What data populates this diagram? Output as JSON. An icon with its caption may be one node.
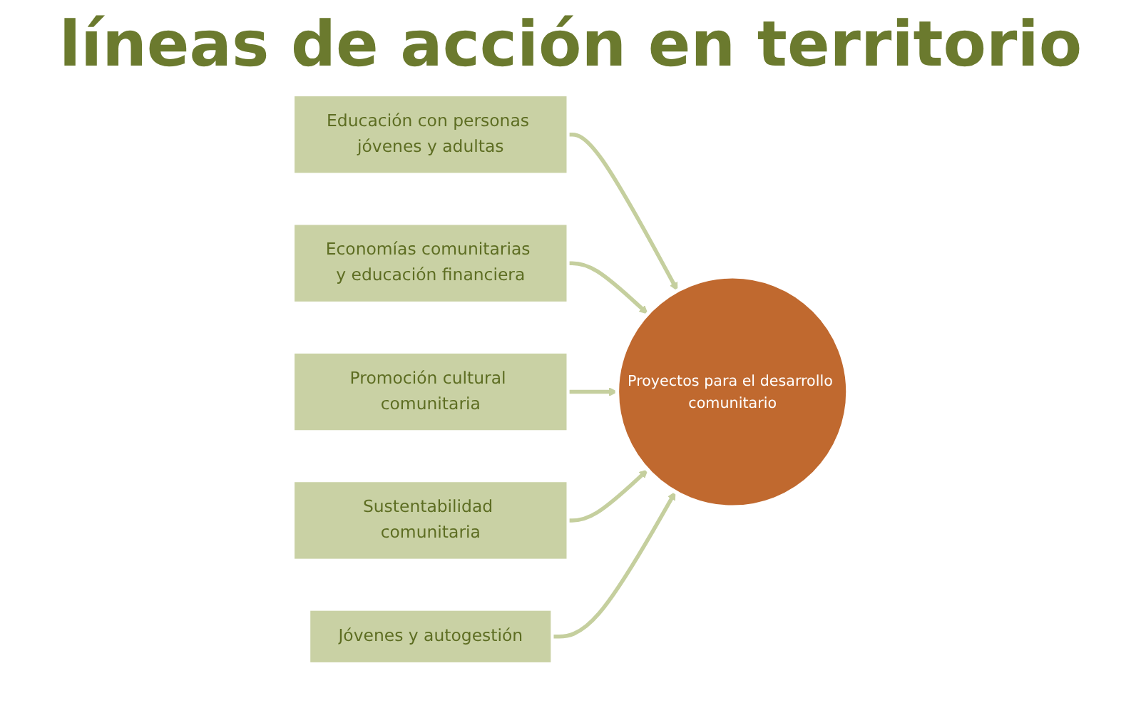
{
  "diagram": {
    "title": "líneas de acción en territorio",
    "nodes": [
      {
        "text": [
          "Educación con personas jóvenes y adultas"
        ]
      },
      {
        "text": [
          "Economías comunitarias y educación financiera"
        ]
      },
      {
        "text": [
          "Proyectos para el desarrollo comunitario"
        ]
      },
      {
        "text": [
          "Promoción cultural comunitaria"
        ]
      },
      {
        "text": [
          "Sustentabilidad comunitaria"
        ]
      },
      {
        "text": [
          "Jóvenes y autogestión"
        ]
      }
    ],
    "edges": [
      {
        "from": 0,
        "to": 2,
        "arrow": "to"
      },
      {
        "from": 1,
        "to": 2,
        "arrow": "to"
      },
      {
        "from": 3,
        "to": 2,
        "arrow": "to"
      },
      {
        "from": 4,
        "to": 2,
        "arrow": "to"
      },
      {
        "from": 5,
        "to": 2,
        "arrow": "to"
      }
    ]
  }
}
